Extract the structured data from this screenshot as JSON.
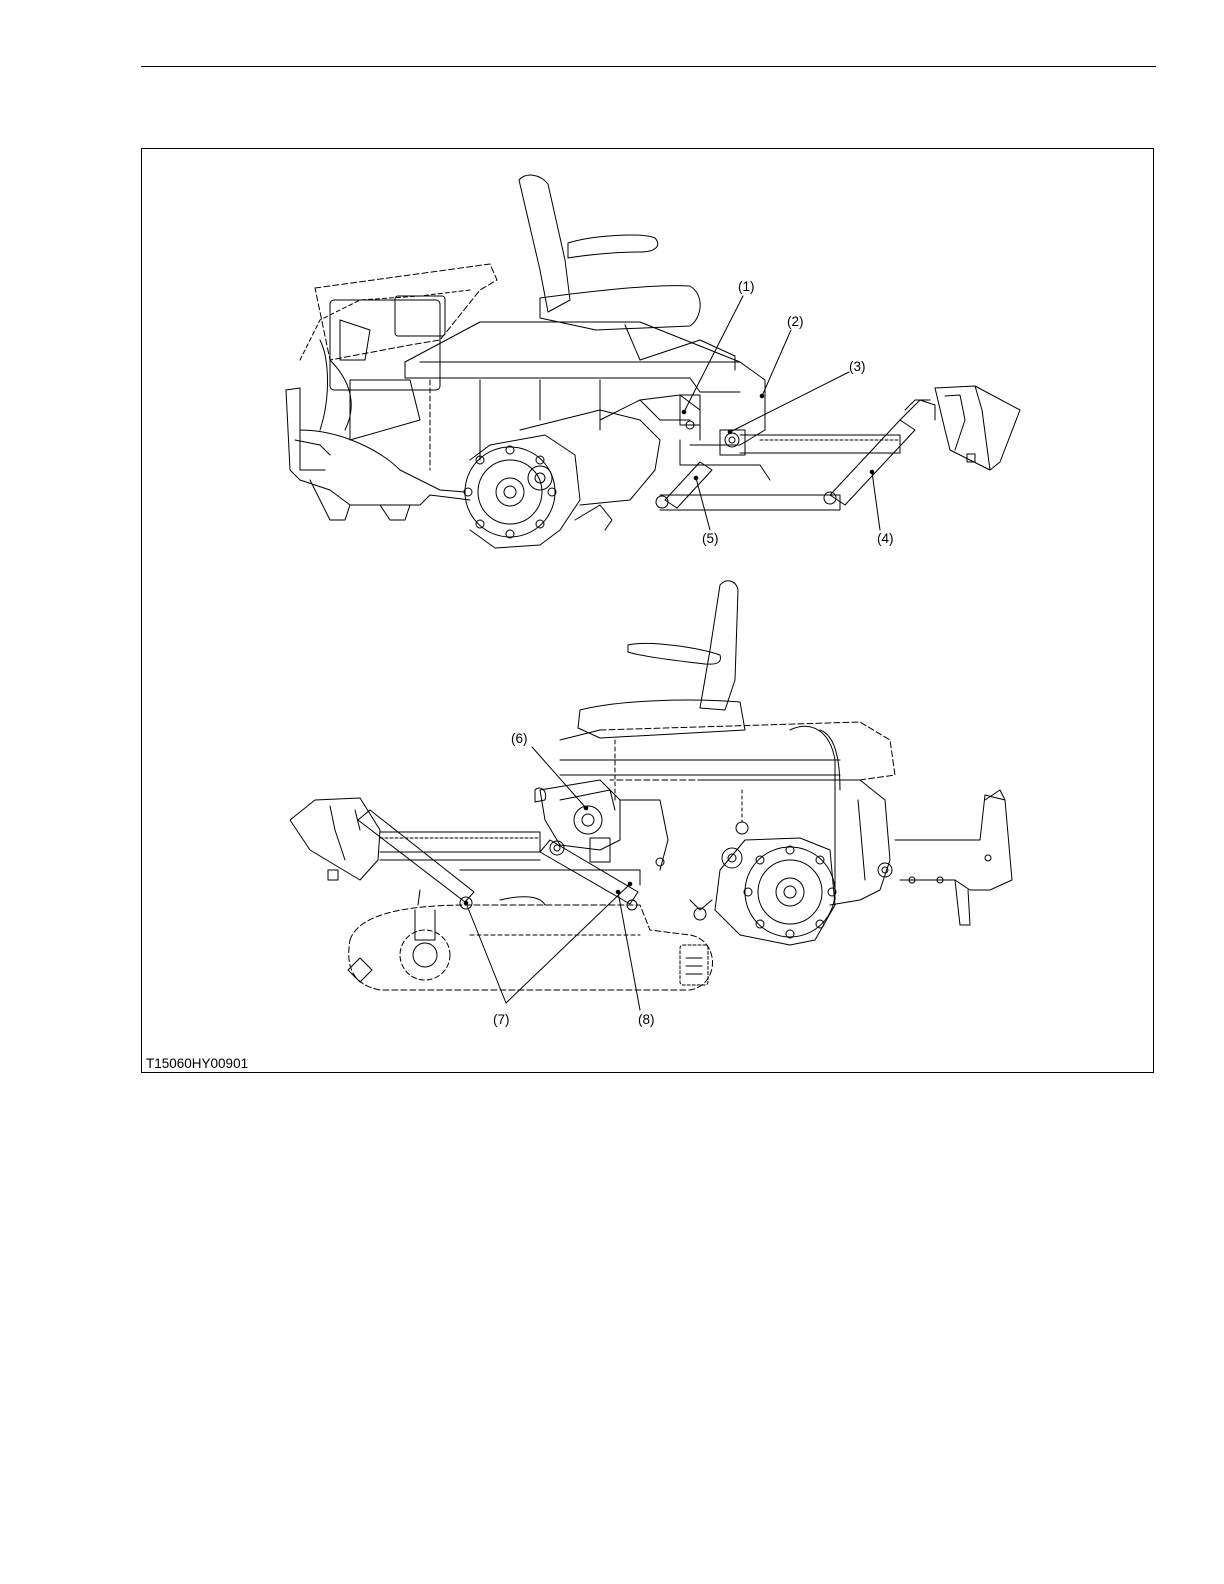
{
  "figure": {
    "code": "T15060HY00901",
    "callouts": [
      {
        "id": "c1",
        "text": "(1)"
      },
      {
        "id": "c2",
        "text": "(2)"
      },
      {
        "id": "c3",
        "text": "(3)"
      },
      {
        "id": "c4",
        "text": "(4)"
      },
      {
        "id": "c5",
        "text": "(5)"
      },
      {
        "id": "c6",
        "text": "(6)"
      },
      {
        "id": "c7",
        "text": "(7)"
      },
      {
        "id": "c8",
        "text": "(8)"
      }
    ]
  }
}
